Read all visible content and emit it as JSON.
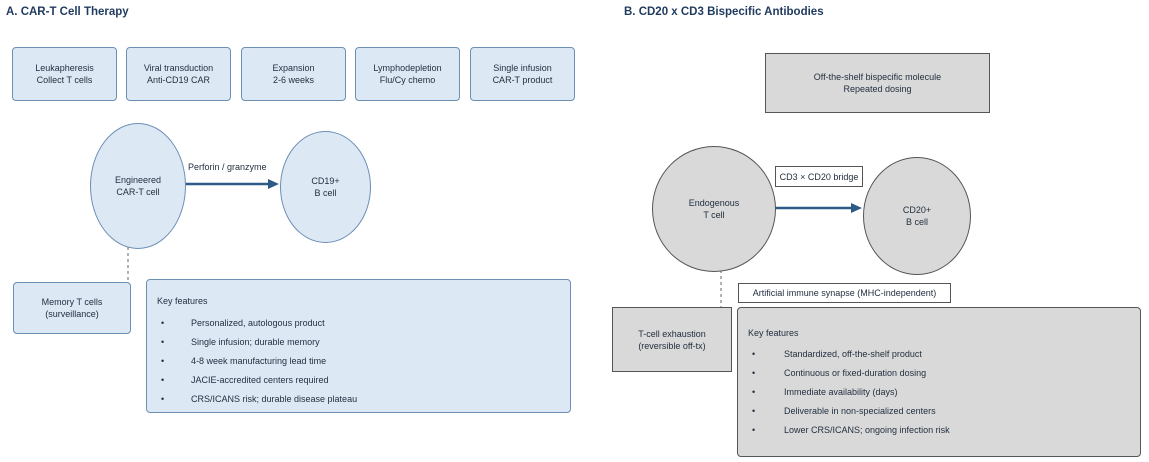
{
  "panel_a": {
    "title": "A. CAR-T Cell Therapy",
    "steps": [
      {
        "line1": "Leukapheresis",
        "line2": "Collect T cells"
      },
      {
        "line1": "Viral transduction",
        "line2": "Anti-CD19 CAR"
      },
      {
        "line1": "Expansion",
        "line2": "2-6 weeks"
      },
      {
        "line1": "Lymphodepletion",
        "line2": "Flu/Cy chemo"
      },
      {
        "line1": "Single infusion",
        "line2": "CAR-T product"
      }
    ],
    "effector": {
      "line1": "Engineered",
      "line2": "CAR-T cell"
    },
    "target": {
      "line1": "CD19+",
      "line2": "B cell"
    },
    "arrow_label": "Perforin / granzyme",
    "memory": {
      "line1": "Memory T cells",
      "line2": "(surveillance)"
    },
    "features_title": "Key features",
    "features": [
      "Personalized, autologous product",
      "Single infusion; durable memory",
      "4-8 week manufacturing lead time",
      "JACIE-accredited centers required",
      "CRS/ICANS risk; durable disease plateau"
    ]
  },
  "panel_b": {
    "title": "B. CD20 x CD3 Bispecific Antibodies",
    "molecule": {
      "line1": "Off-the-shelf bispecific molecule",
      "line2": "Repeated dosing"
    },
    "effector": {
      "line1": "Endogenous",
      "line2": "T cell"
    },
    "target": {
      "line1": "CD20+",
      "line2": "B cell"
    },
    "bridge_label": "CD3 × CD20 bridge",
    "synapse_label": "Artificial immune synapse (MHC-independent)",
    "exhaustion": {
      "line1": "T-cell exhaustion",
      "line2": "(reversible off-tx)"
    },
    "features_title": "Key features",
    "features": [
      "Standardized, off-the-shelf product",
      "Continuous or fixed-duration dosing",
      "Immediate availability (days)",
      "Deliverable in non-specialized centers",
      "Lower CRS/ICANS; ongoing infection risk"
    ]
  },
  "colors": {
    "blue_fill": "#dde8f5",
    "blue_border": "#6b8fb5",
    "grey_fill": "#d9d9d9",
    "arrow": "#2e5a88"
  }
}
